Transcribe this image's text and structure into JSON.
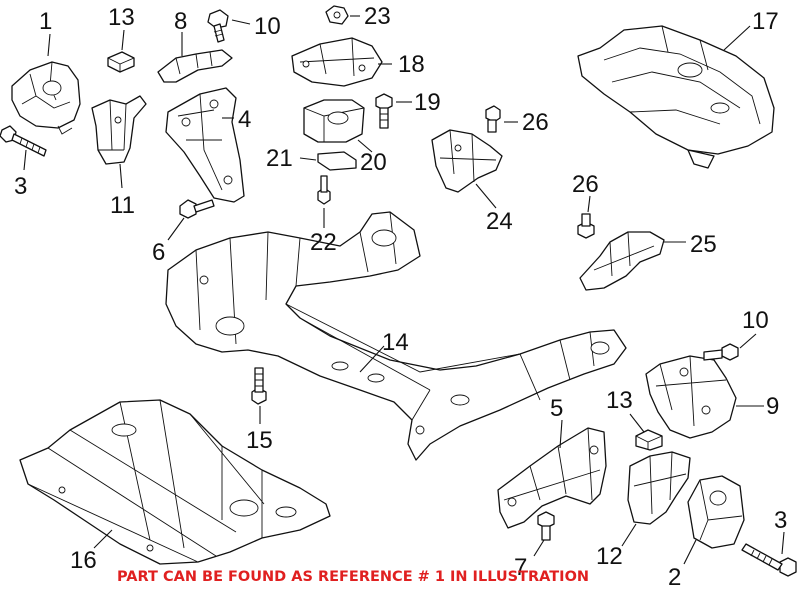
{
  "diagram": {
    "callouts": [
      {
        "id": "c1-top",
        "label": "1"
      },
      {
        "id": "c13-top",
        "label": "13"
      },
      {
        "id": "c8",
        "label": "8"
      },
      {
        "id": "c10-top",
        "label": "10"
      },
      {
        "id": "c23",
        "label": "23"
      },
      {
        "id": "c17",
        "label": "17"
      },
      {
        "id": "c18",
        "label": "18"
      },
      {
        "id": "c19",
        "label": "19"
      },
      {
        "id": "c4",
        "label": "4"
      },
      {
        "id": "c26-top",
        "label": "26"
      },
      {
        "id": "c3-top",
        "label": "3"
      },
      {
        "id": "c11",
        "label": "11"
      },
      {
        "id": "c21",
        "label": "21"
      },
      {
        "id": "c20",
        "label": "20"
      },
      {
        "id": "c24",
        "label": "24"
      },
      {
        "id": "c26-mid",
        "label": "26"
      },
      {
        "id": "c6",
        "label": "6"
      },
      {
        "id": "c22",
        "label": "22"
      },
      {
        "id": "c25",
        "label": "25"
      },
      {
        "id": "c10-bottom",
        "label": "10"
      },
      {
        "id": "c14",
        "label": "14"
      },
      {
        "id": "c9",
        "label": "9"
      },
      {
        "id": "c5",
        "label": "5"
      },
      {
        "id": "c13-bottom",
        "label": "13"
      },
      {
        "id": "c15",
        "label": "15"
      },
      {
        "id": "c3-bottom",
        "label": "3"
      },
      {
        "id": "c16",
        "label": "16"
      },
      {
        "id": "c7",
        "label": "7"
      },
      {
        "id": "c12",
        "label": "12"
      },
      {
        "id": "c2",
        "label": "2"
      }
    ],
    "notice": "PART CAN BE FOUND AS REFERENCE # 1 IN ILLUSTRATION",
    "notice_color": "#e02020"
  }
}
